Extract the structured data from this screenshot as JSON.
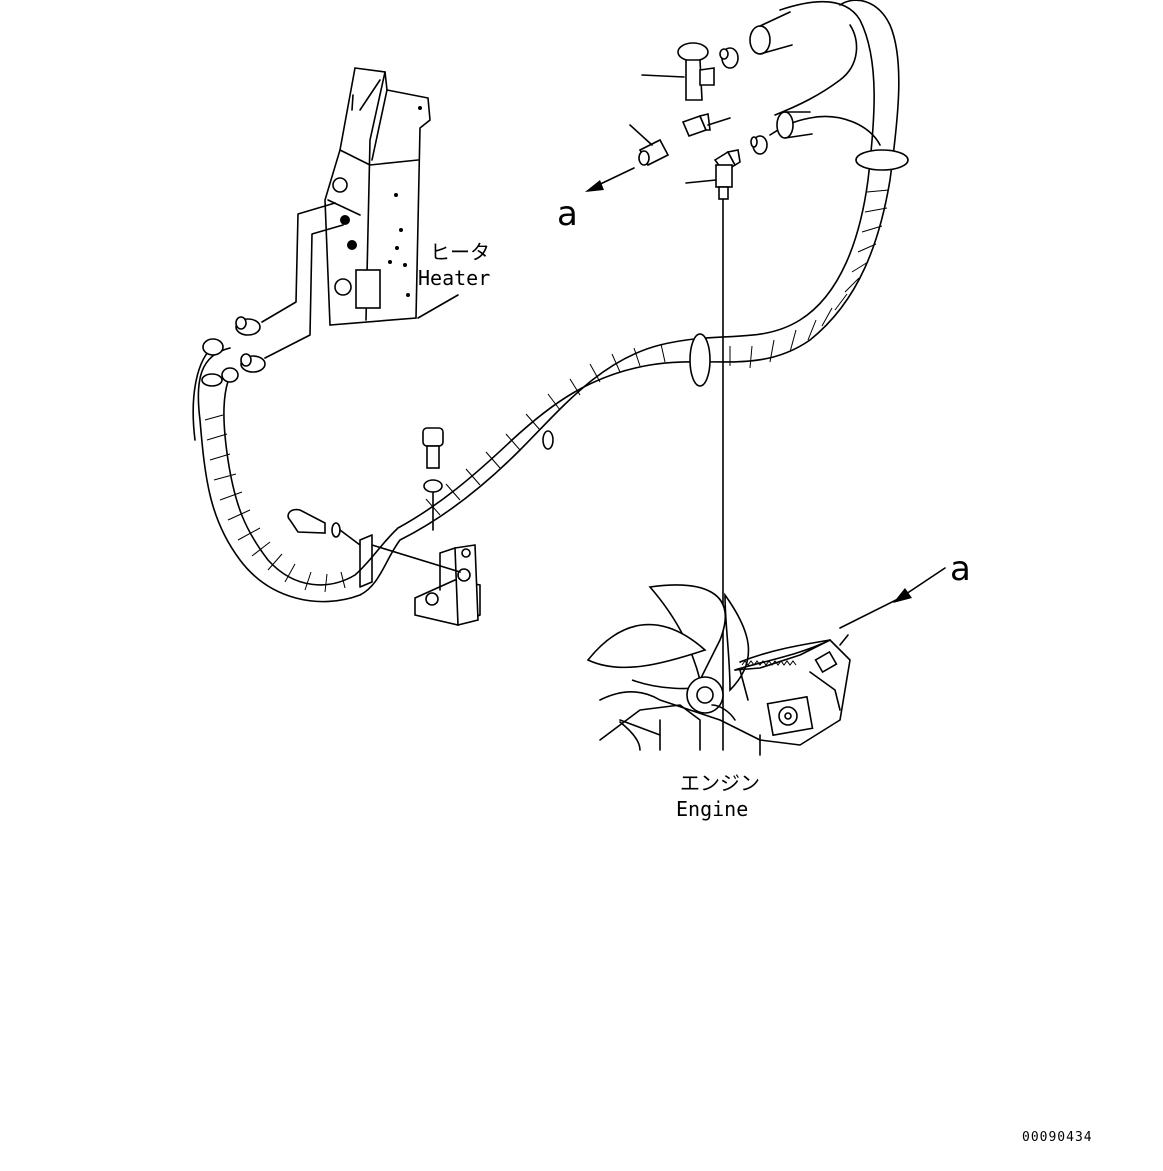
{
  "labels": {
    "heater_jp": "ヒータ",
    "heater_en": "Heater",
    "engine_jp": "エンジン",
    "engine_en": "Engine",
    "callout_a_top": "a",
    "callout_a_right": "a",
    "document_number": "00090434"
  },
  "colors": {
    "line": "#000000",
    "background": "#ffffff"
  }
}
